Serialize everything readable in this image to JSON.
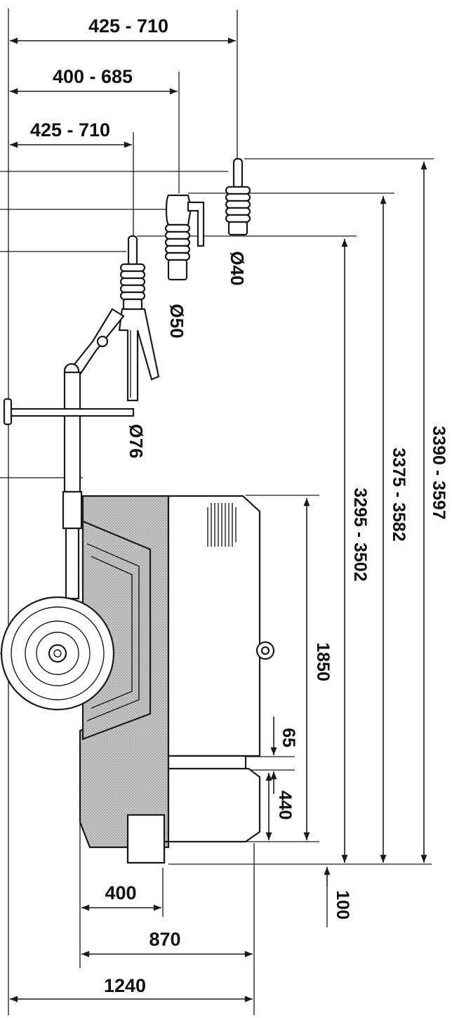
{
  "drawing": {
    "top_dimensions": [
      "425 - 710",
      "400 - 685",
      "425 - 710"
    ],
    "right_dimensions": [
      "3390 - 3597",
      "3375 - 3582",
      "3295 - 3502"
    ],
    "diameters": [
      "Ø40",
      "Ø50",
      "Ø76"
    ],
    "body_dimensions": [
      "1850",
      "65",
      "440",
      "100"
    ],
    "bottom_dimensions": [
      "400",
      "870",
      "1240"
    ]
  }
}
